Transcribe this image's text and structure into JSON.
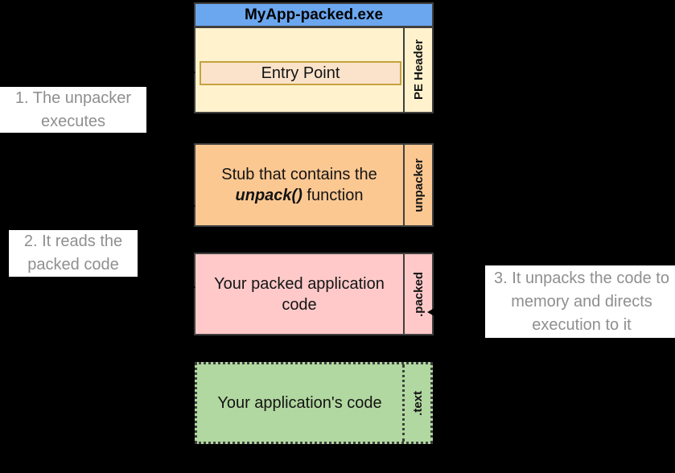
{
  "diagram": {
    "title": "MyApp-packed.exe",
    "pe_section": {
      "entry_point_label": "Entry Point",
      "side_label": "PE Header"
    },
    "unpacker_section": {
      "line1": "Stub that contains the",
      "fn_name": "unpack()",
      "line2_rest": " function",
      "side_label": "unpacker"
    },
    "packed_section": {
      "text": "Your packed application code",
      "side_label": ".packed"
    },
    "text_section": {
      "text": "Your application's code",
      "side_label": ".text"
    },
    "annotations": {
      "step1": "1. The unpacker executes",
      "step2": "2. It reads the packed code",
      "step3": "3. It unpacks the code to memory and directs execution to it"
    },
    "colors": {
      "background": "#000000",
      "title_fill": "#6BA7EF",
      "pe_fill": "#FFF2CC",
      "entry_point_fill": "#FBE3CB",
      "entry_point_border": "#C6A23F",
      "unpacker_fill": "#FCC892",
      "packed_fill": "#FFC9C9",
      "text_fill": "#B1D8A0",
      "box_border": "#404040",
      "annotation_bg": "#FFFFFF",
      "annotation_text": "#8F8F8F"
    }
  }
}
